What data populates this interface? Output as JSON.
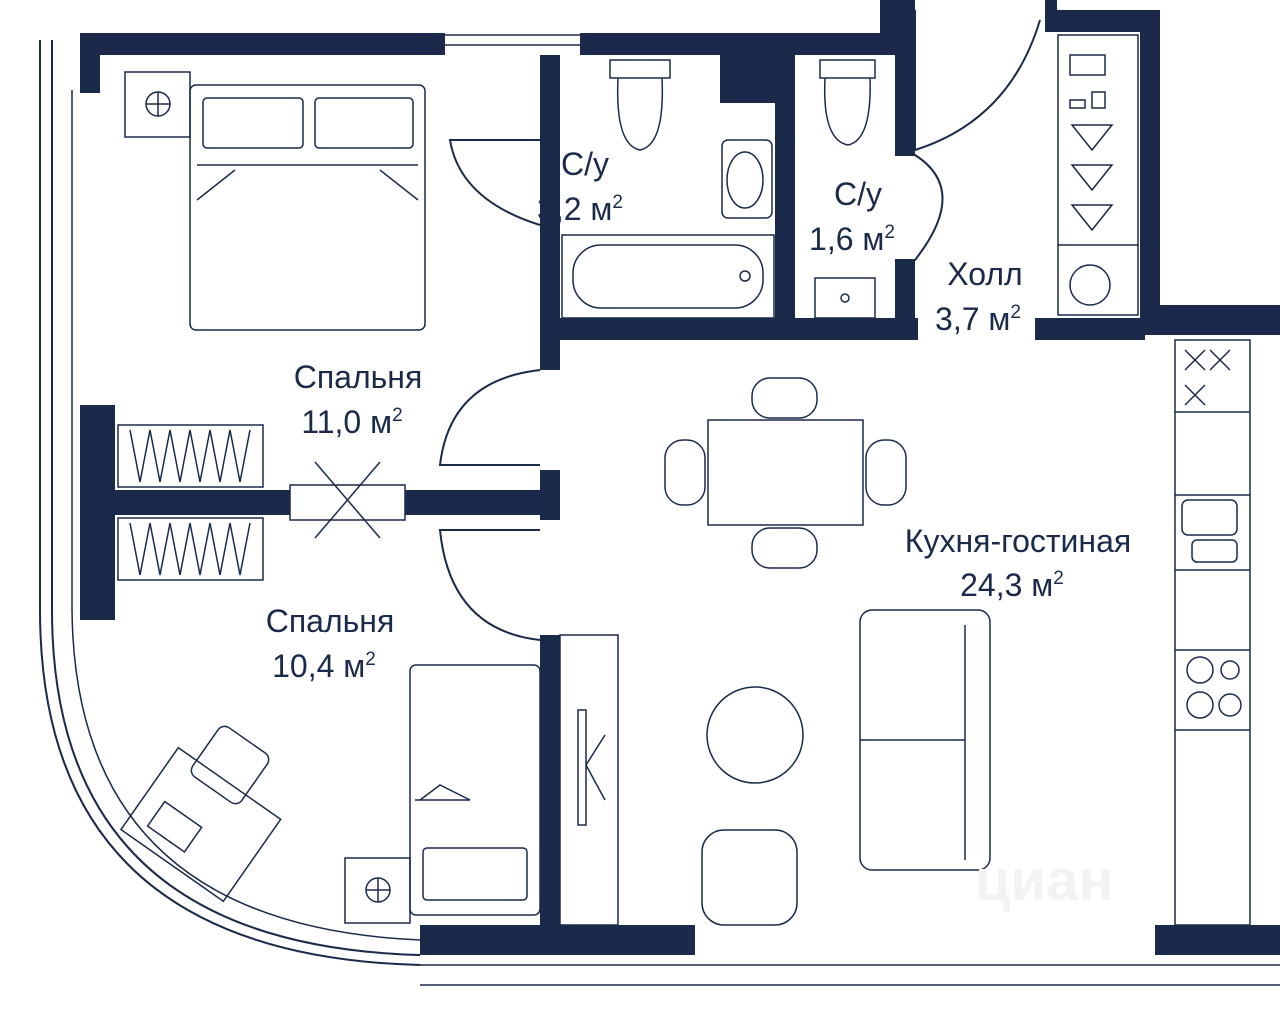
{
  "plan": {
    "rooms": [
      {
        "name": "С/у",
        "area": "3,2 м",
        "unit_exp": "2"
      },
      {
        "name": "С/у",
        "area": "1,6 м",
        "unit_exp": "2"
      },
      {
        "name": "Холл",
        "area": "3,7 м",
        "unit_exp": "2"
      },
      {
        "name": "Спальня",
        "area": "11,0 м",
        "unit_exp": "2"
      },
      {
        "name": "Кухня-гостиная",
        "area": "24,3 м",
        "unit_exp": "2"
      },
      {
        "name": "Спальня",
        "area": "10,4 м",
        "unit_exp": "2"
      }
    ],
    "watermark": "циан",
    "colors": {
      "wall": "#1b2a4a",
      "background": "#ffffff"
    }
  }
}
